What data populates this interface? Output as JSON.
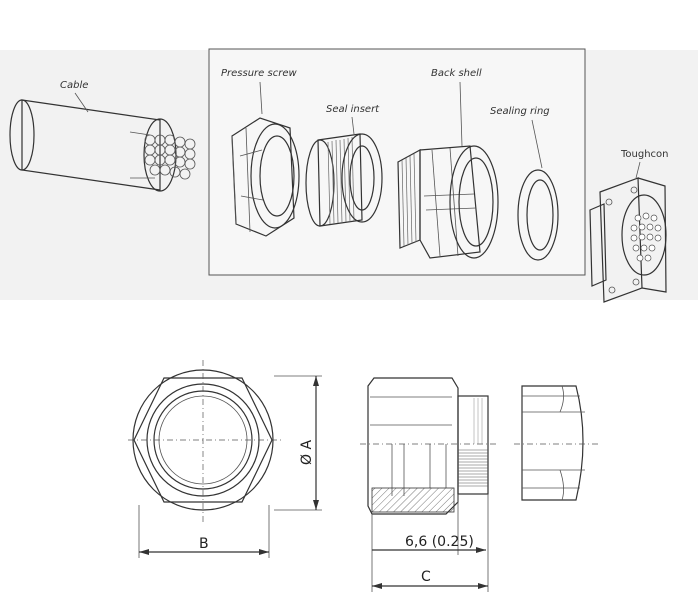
{
  "exploded_view": {
    "labels": {
      "cable": "Cable",
      "pressure_screw": "Pressure screw",
      "seal_insert": "Seal insert",
      "back_shell": "Back shell",
      "sealing_ring": "Sealing ring",
      "toughcon": "Toughcon"
    }
  },
  "dimension_drawing": {
    "dim_a": "Ø A",
    "dim_b": "B",
    "dim_c": "C",
    "dim_thread": "6,6 (0.25)"
  }
}
